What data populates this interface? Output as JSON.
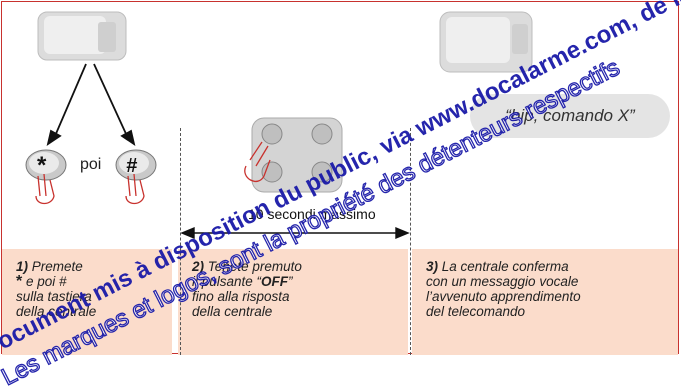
{
  "bubble_text": "“bip, comando X”",
  "timer_label": "10 secondi massimo",
  "poi_label": "poi",
  "steps": {
    "s1": {
      "num": "1)",
      "l1": "Premete",
      "l2_star": "*",
      "l2_rest": " e poi #",
      "l3": "sulla tastiera",
      "l4": "della centrale"
    },
    "s2": {
      "num": "2)",
      "l1": "Tenete premuto",
      "l2_pre": "il pulsante “",
      "l2_bold": "OFF",
      "l2_post": "”",
      "l3": "fino alla risposta",
      "l4": "della centrale"
    },
    "s3": {
      "num": "3)",
      "l1": "La centrale conferma",
      "l2": "con un messaggio vocale",
      "l3": "l’avvenuto apprendimento",
      "l4": "del telecomando"
    }
  },
  "watermark": {
    "line1": "Document mis à disposition du public, via www.docalarme.com, de la documentation",
    "line2": "Les marques et logos, sont la propriété des détenteurs respectifs"
  },
  "colors": {
    "border": "#c8322e",
    "step_bg": "#fbdccb",
    "watermark": "#1a1aa8",
    "bubble": "#e4e4e4"
  }
}
